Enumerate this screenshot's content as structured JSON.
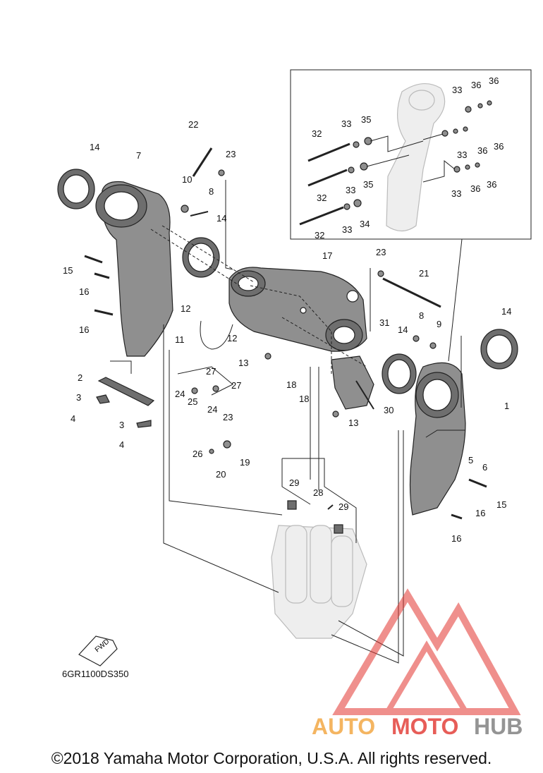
{
  "diagram": {
    "code": "6GR1100DS350",
    "copyright": "©2018 Yamaha Motor Corporation, U.S.A. All rights reserved.",
    "direction_label": "FWD",
    "watermark": {
      "part1": "AUTO",
      "part2": "MOTO",
      "part3": "HUB"
    },
    "colors": {
      "part_gray": "#8f8f8f",
      "watermark_red": "#e2352f",
      "watermark_orange": "#f2a33a",
      "watermark_gray": "#7a7a7a"
    },
    "callouts": {
      "c1": "1",
      "c2": "2",
      "c3a": "3",
      "c3b": "3",
      "c4a": "4",
      "c4b": "4",
      "c5": "5",
      "c6": "6",
      "c7": "7",
      "c8a": "8",
      "c8b": "8",
      "c9": "9",
      "c10": "10",
      "c11": "11",
      "c12a": "12",
      "c12b": "12",
      "c13a": "13",
      "c13b": "13",
      "c14a": "14",
      "c14b": "14",
      "c14c": "14",
      "c14d": "14",
      "c15a": "15",
      "c15b": "15",
      "c16a": "16",
      "c16b": "16",
      "c16c": "16",
      "c16d": "16",
      "c17": "17",
      "c18a": "18",
      "c18b": "18",
      "c19": "19",
      "c20": "20",
      "c21": "21",
      "c22": "22",
      "c23a": "23",
      "c23b": "23",
      "c23c": "23",
      "c24a": "24",
      "c24b": "24",
      "c25": "25",
      "c26": "26",
      "c27a": "27",
      "c27b": "27",
      "c28": "28",
      "c29a": "29",
      "c29b": "29",
      "c30": "30",
      "c31": "31",
      "c32a": "32",
      "c32b": "32",
      "c32c": "32",
      "c33a": "33",
      "c33b": "33",
      "c33c": "33",
      "c33d": "33",
      "c33e": "33",
      "c33f": "33",
      "c34": "34",
      "c35a": "35",
      "c35b": "35",
      "c36a": "36",
      "c36b": "36",
      "c36c": "36",
      "c36d": "36",
      "c36e": "36",
      "c36f": "36"
    }
  }
}
